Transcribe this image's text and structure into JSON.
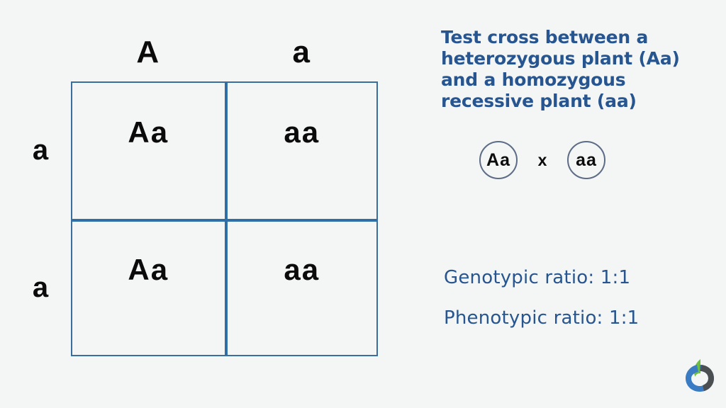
{
  "background_color": "#f4f5f5",
  "accent_colors": {
    "grid_border": "#3a6e9e",
    "grid_divider": "#2f6fa5",
    "hand_text": "#27558f",
    "circle_border": "#5d6c86",
    "letter_black": "#0b0b0b",
    "logo_green": "#6fbe44",
    "logo_blue": "#3a7cc4",
    "logo_gray": "#4b4f52"
  },
  "punnett": {
    "column_headers": [
      "A",
      "a"
    ],
    "row_headers": [
      "a",
      "a"
    ],
    "cells": [
      [
        "Aa",
        "aa"
      ],
      [
        "Aa",
        "aa"
      ]
    ]
  },
  "panel": {
    "description": "Test cross between a heterozygous plant (Aa) and a homozygous recessive plant (aa)",
    "cross": {
      "parent_one": "Aa",
      "cross_symbol": "x",
      "parent_two": "aa"
    },
    "ratios": [
      "Genotypic ratio: 1:1",
      "Phenotypic ratio: 1:1"
    ]
  },
  "logo": {
    "name": "biology-online-logo"
  }
}
